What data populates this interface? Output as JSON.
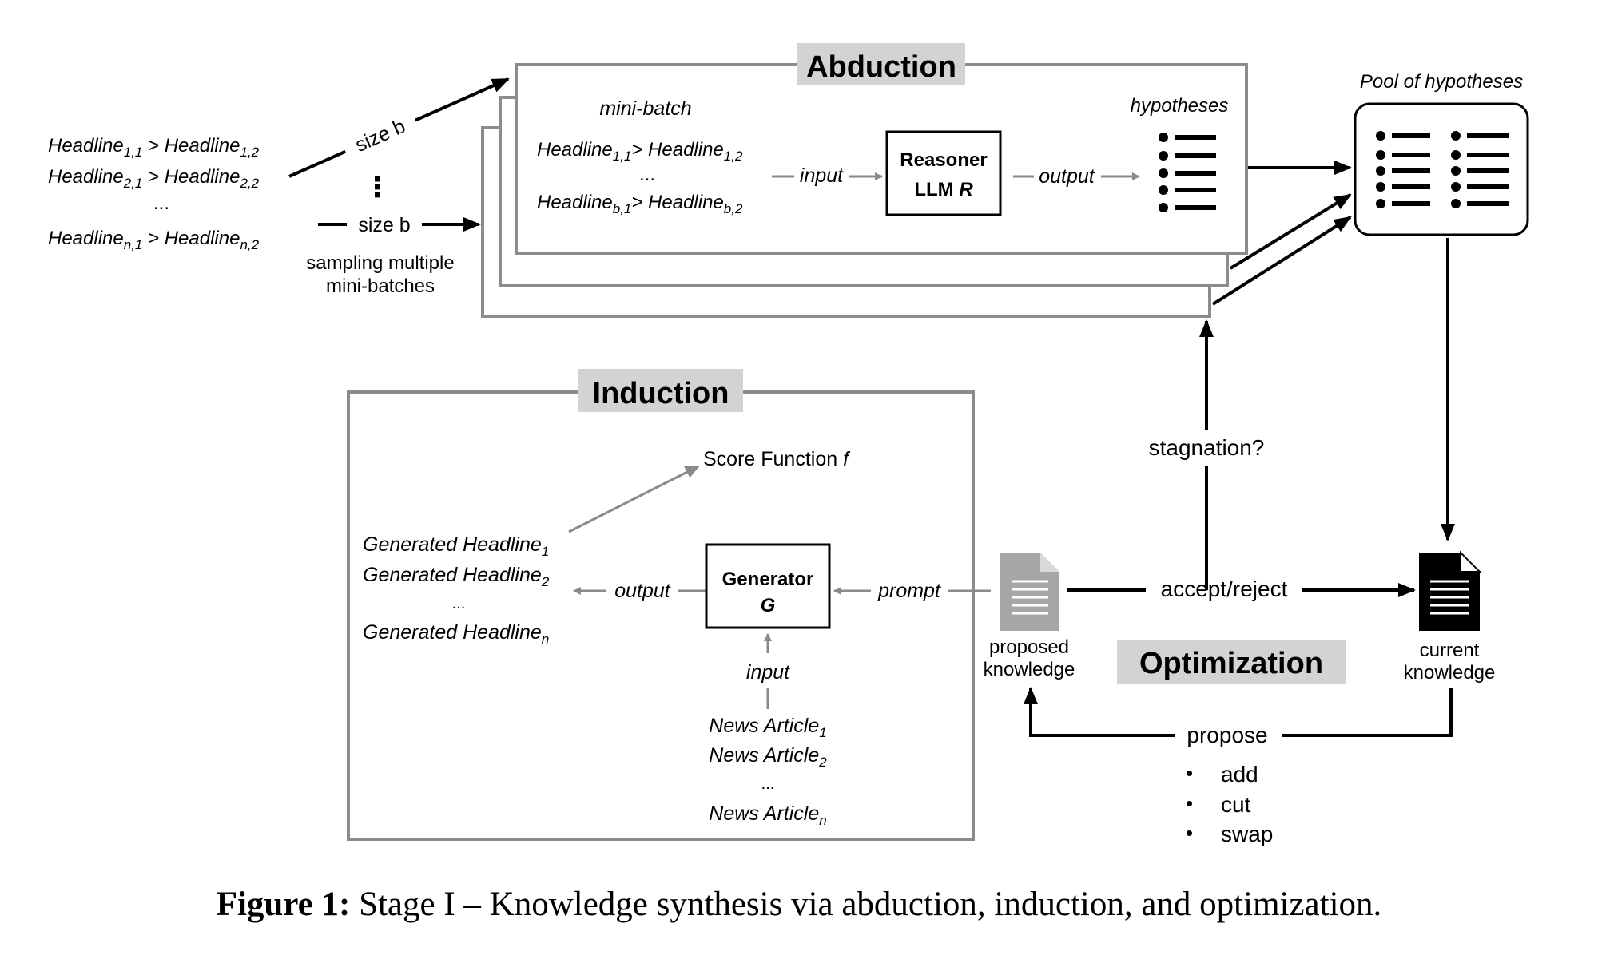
{
  "abduction": {
    "title": "Abduction",
    "minibatch_label": "mini-batch",
    "mb_line1": {
      "a": "Headline",
      "as": "1,1",
      "b": "> Headline",
      "bs": "1,2"
    },
    "mb_dots": "...",
    "mb_line3": {
      "a": "Headline",
      "as": "b,1",
      "b": "> Headline",
      "bs": "b,2"
    },
    "input_label": "input",
    "reasoner_line1": "Reasoner",
    "reasoner_line2_a": "LLM ",
    "reasoner_line2_b": "R",
    "output_label": "output",
    "hypotheses_label": "hypotheses"
  },
  "pool": {
    "label": "Pool of hypotheses"
  },
  "left_headlines": {
    "line1": {
      "a": "Headline",
      "as": "1,1",
      "b": " > Headline",
      "bs": "1,2"
    },
    "line2": {
      "a": "Headline",
      "as": "2,1",
      "b": " > Headline",
      "bs": "2,2"
    },
    "dots": "...",
    "line4": {
      "a": "Headline",
      "as": "n,1",
      "b": " > Headline",
      "bs": "n,2"
    },
    "size_b_top": "size b",
    "vertical_dots": "⋮",
    "size_b_bottom": "size b",
    "sampling_line1": "sampling multiple",
    "sampling_line2": "mini-batches"
  },
  "induction": {
    "title": "Induction",
    "score_function": "Score Function ",
    "score_function_var": "f",
    "gen_headline_1": {
      "a": "Generated Headline",
      "s": "1"
    },
    "gen_headline_2": {
      "a": "Generated Headline",
      "s": "2"
    },
    "gen_dots": "...",
    "gen_headline_n": {
      "a": "Generated Headline",
      "s": "n"
    },
    "output_label": "output",
    "generator_line1": "Generator",
    "generator_line2": "G",
    "prompt_label": "prompt",
    "input_label": "input",
    "article_1": {
      "a": "News Article",
      "s": "1"
    },
    "article_2": {
      "a": "News Article",
      "s": "2"
    },
    "article_dots": "...",
    "article_n": {
      "a": "News Article",
      "s": "n"
    }
  },
  "optimization": {
    "title": "Optimization",
    "proposed_line1": "proposed",
    "proposed_line2": "knowledge",
    "current_line1": "current",
    "current_line2": "knowledge",
    "accept_reject": "accept/reject",
    "stagnation": "stagnation?",
    "propose": "propose",
    "ops": [
      "add",
      "cut",
      "swap"
    ],
    "bullet": "•"
  },
  "caption": {
    "label": "Figure 1:",
    "text": " Stage I – Knowledge synthesis via abduction, induction, and optimization."
  },
  "colors": {
    "frame_gray": "#8c8c8c",
    "title_bg": "#d3d3d3",
    "arrow_gray": "#8a8a8a",
    "doc_gray": "#a6a6a6",
    "black": "#000000"
  }
}
